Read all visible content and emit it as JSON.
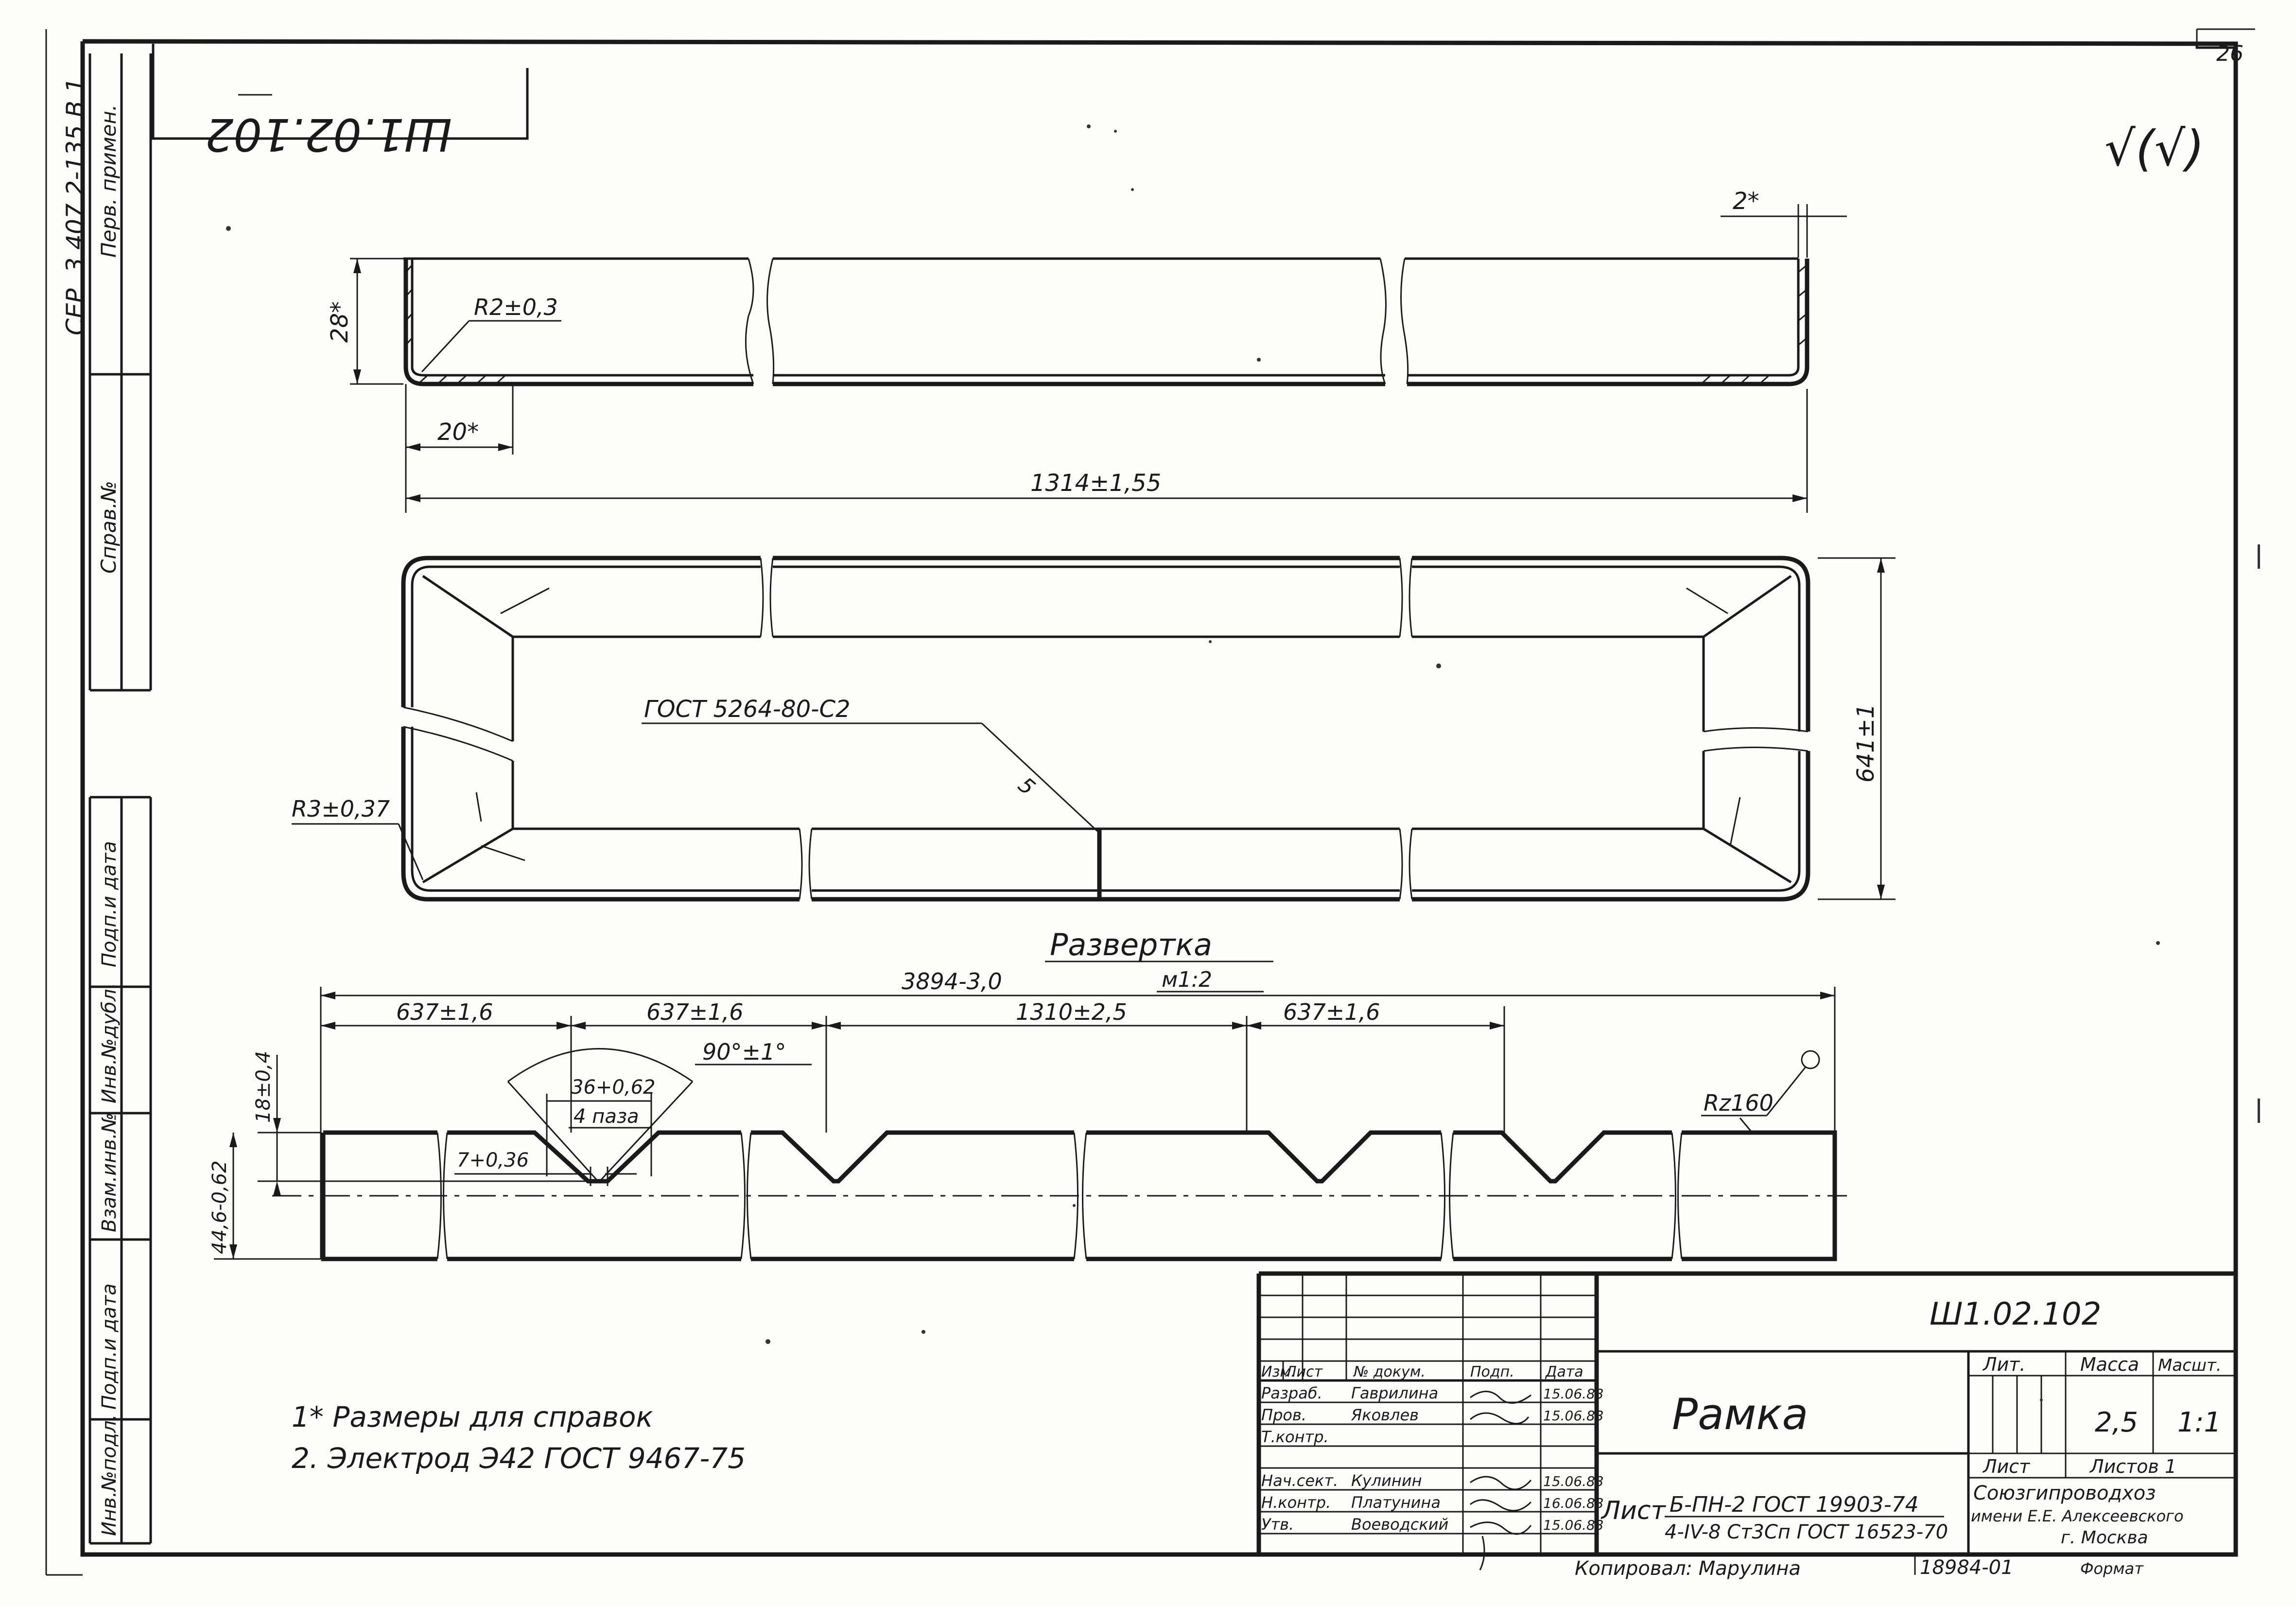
{
  "sheet": {
    "number": "26",
    "mirrored_designation": "Ш1.02.102",
    "roughness_mark": "√(√)"
  },
  "side_strip": {
    "series": "СЕР. 3.407.2-135 В.1.",
    "labels": {
      "perv_primen": "Перв. примен.",
      "sprav_no": "Справ.№",
      "podp_data_1": "Подп.и дата",
      "inv_dubl": "Инв.№дубл.",
      "vzam_inv": "Взам.инв.№",
      "podp_data_2": "Подп.и дата",
      "inv_podl": "Инв.№подл."
    }
  },
  "side_view": {
    "dim_top": "2*",
    "dim_height": "28*",
    "dim_radius": "R2±0,3",
    "dim_flange": "20*",
    "dim_length": "1314±1,55"
  },
  "top_view": {
    "weld_callout": "ГОСТ 5264-80-С2",
    "weld_leg": "5",
    "dim_radius": "R3±0,37",
    "dim_width": "641±1"
  },
  "development": {
    "title": "Развертка",
    "scale": "м1:2",
    "dim_total": "3894-3,0",
    "dim_seg1": "637±1,6",
    "dim_seg2": "637±1,6",
    "dim_seg3": "1310±2,5",
    "dim_seg4": "637±1,6",
    "dim_angle": "90°±1°",
    "dim_notch_width": "36+0,62",
    "notch_count": "4 паза",
    "dim_notch_depth": "7+0,36",
    "dim_flange_height": "18±0,4",
    "dim_strip_height": "44,6-0,62",
    "roughness": "Rz160"
  },
  "notes": [
    "1* Размеры для справок",
    "2. Электрод Э42 ГОСТ 9467-75"
  ],
  "title_block": {
    "designation": "Ш1.02.102",
    "name": "Рамка",
    "headers": {
      "izm": "Изм.",
      "list": "Лист",
      "doc_no": "№ докум.",
      "sign": "Подп.",
      "date": "Дата"
    },
    "rows": [
      {
        "role": "Разраб.",
        "name": "Гаврилина",
        "date": "15.06.83"
      },
      {
        "role": "Пров.",
        "name": "Яковлев",
        "date": "15.06.83"
      },
      {
        "role": "Т.контр.",
        "name": "",
        "date": ""
      },
      {
        "role": "Нач.сект.",
        "name": "Кулинин",
        "date": "15.06.83"
      },
      {
        "role": "Н.контр.",
        "name": "Платунина",
        "date": "16.06.83"
      },
      {
        "role": "Утв.",
        "name": "Воеводский",
        "date": "15.06.83"
      }
    ],
    "material_label": "Лист",
    "material_line1": "Б-ПН-2 ГОСТ 19903-74",
    "material_line2": "4-IV-8 Ст3Сп ГОСТ 16523-70",
    "lit_header": "Лит.",
    "mass_header": "Масса",
    "scale_header": "Масшт.",
    "mass_value": "2,5",
    "scale_value": "1:1",
    "sheet_header": "Лист",
    "sheets_header": "Листов 1",
    "org_line1": "Союзгипроводхоз",
    "org_line2": "имени Е.Е. Алексеевского",
    "org_line3": "г. Москва",
    "copied_by": "Копировал: Марулина",
    "order_no": "18984-01",
    "format": "Формат"
  }
}
